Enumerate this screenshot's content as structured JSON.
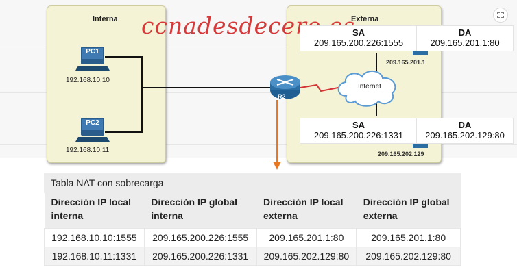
{
  "watermark": "ccnadesdecero.es",
  "zones": {
    "inside": {
      "title": "Interna"
    },
    "outside": {
      "title": "Externa"
    }
  },
  "devices": {
    "pc1": {
      "label": "PC1",
      "ip": "192.168.10.10"
    },
    "pc2": {
      "label": "PC2",
      "ip": "192.168.10.11"
    },
    "router": {
      "label": "R2"
    },
    "cloud": {
      "label": "Internet"
    },
    "server1": {
      "ip": "209.165.201.1"
    },
    "server2": {
      "ip": "209.165.202.129"
    }
  },
  "packet_headers": [
    {
      "sa_key": "SA",
      "sa_value": "209.165.200.226:1555",
      "da_key": "DA",
      "da_value": "209.165.201.1:80"
    },
    {
      "sa_key": "SA",
      "sa_value": "209.165.200.226:1331",
      "da_key": "DA",
      "da_value": "209.165.202.129:80"
    }
  ],
  "nat_table": {
    "caption": "Tabla NAT con sobrecarga",
    "headers": [
      "Dirección IP local interna",
      "Dirección IP global interna",
      "Dirección IP local externa",
      "Dirección IP global externa"
    ],
    "rows": [
      [
        "192.168.10.10:1555",
        "209.165.200.226:1555",
        "209.165.201.1:80",
        "209.165.201.1:80"
      ],
      [
        "192.168.10.11:1331",
        "209.165.200.226:1331",
        "209.165.202.129:80",
        "209.165.202.129:80"
      ]
    ]
  },
  "colors": {
    "zone_fill": "#f5f3d5",
    "watermark": "#d43a3a",
    "arrow": "#e87722",
    "router": "#2b6ea3",
    "serial_link": "#d33333"
  },
  "icons": {
    "expand": "expand-icon"
  }
}
